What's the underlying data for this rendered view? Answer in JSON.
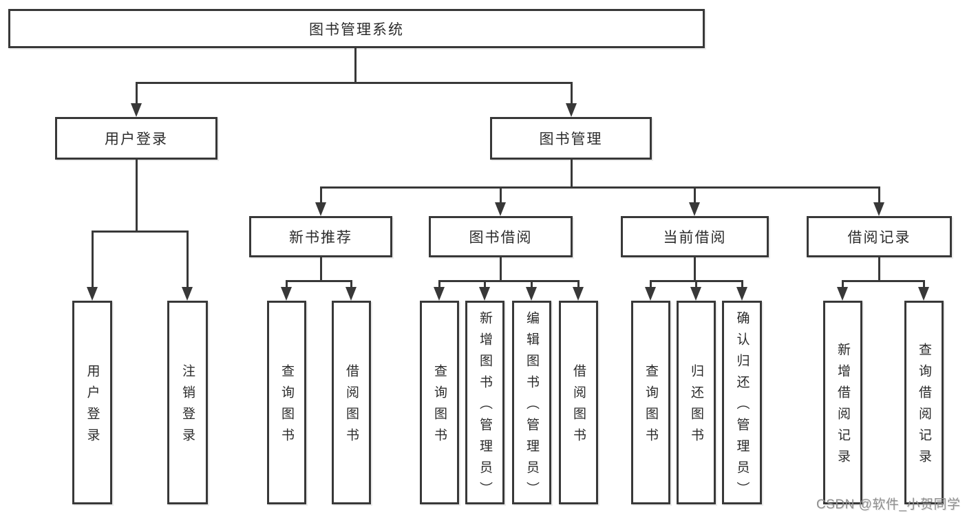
{
  "colors": {
    "line": "#383838",
    "text": "#2b2b2b",
    "watermark_text": "#8f8f8f",
    "background": "#ffffff"
  },
  "watermark": {
    "text": "CSDN @软件_小贺同学"
  },
  "tree": {
    "label": "图书管理系统",
    "children": [
      {
        "label": "用户登录",
        "children": [
          {
            "label": "用户登录"
          },
          {
            "label": "注销登录"
          }
        ]
      },
      {
        "label": "图书管理",
        "children": [
          {
            "label": "新书推荐",
            "children": [
              {
                "label": "查询图书"
              },
              {
                "label": "借阅图书"
              }
            ]
          },
          {
            "label": "图书借阅",
            "children": [
              {
                "label": "查询图书"
              },
              {
                "label": "新增图书（管理员）"
              },
              {
                "label": "编辑图书（管理员）"
              },
              {
                "label": "借阅图书"
              }
            ]
          },
          {
            "label": "当前借阅",
            "children": [
              {
                "label": "查询图书"
              },
              {
                "label": "归还图书"
              },
              {
                "label": "确认归还（管理员）"
              }
            ]
          },
          {
            "label": "借阅记录",
            "children": [
              {
                "label": "新增借阅记录"
              },
              {
                "label": "查询借阅记录"
              }
            ]
          }
        ]
      }
    ]
  }
}
